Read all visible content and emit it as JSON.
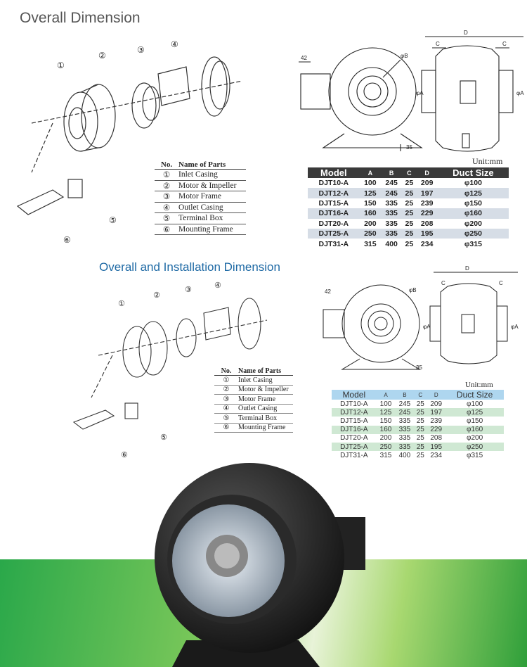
{
  "section1": {
    "title": "Overall Dimension",
    "unit": "Unit:mm"
  },
  "section2": {
    "title": "Overall and Installation Dimension",
    "unit": "Unit:mm"
  },
  "part_markers": [
    "①",
    "②",
    "③",
    "④",
    "⑤",
    "⑥"
  ],
  "parts_list": {
    "header_no": "No.",
    "header_name": "Name of Parts",
    "items": [
      {
        "no": "①",
        "name": "Inlet Casing"
      },
      {
        "no": "②",
        "name": "Motor & Impeller"
      },
      {
        "no": "③",
        "name": "Motor Frame"
      },
      {
        "no": "④",
        "name": "Outlet Casing"
      },
      {
        "no": "⑤",
        "name": "Terminal Box"
      },
      {
        "no": "⑥",
        "name": "Mounting Frame"
      }
    ]
  },
  "dimension_labels": {
    "a": "42",
    "b": "φB",
    "d": "D",
    "c": "C",
    "phiA": "φA",
    "h": "35"
  },
  "spec_table": {
    "columns": [
      "Model",
      "A",
      "B",
      "C",
      "D",
      "Duct Size"
    ],
    "rows": [
      [
        "DJT10-A",
        "100",
        "245",
        "25",
        "209",
        "φ100"
      ],
      [
        "DJT12-A",
        "125",
        "245",
        "25",
        "197",
        "φ125"
      ],
      [
        "DJT15-A",
        "150",
        "335",
        "25",
        "239",
        "φ150"
      ],
      [
        "DJT16-A",
        "160",
        "335",
        "25",
        "229",
        "φ160"
      ],
      [
        "DJT20-A",
        "200",
        "335",
        "25",
        "208",
        "φ200"
      ],
      [
        "DJT25-A",
        "250",
        "335",
        "25",
        "195",
        "φ250"
      ],
      [
        "DJT31-A",
        "315",
        "400",
        "25",
        "234",
        "φ315"
      ]
    ]
  },
  "colors": {
    "header_dark": "#3a3a3a",
    "header_blue": "#aed6ef",
    "row_alt_gray": "#d6dde6",
    "row_alt_green": "#cfe8d3",
    "title_blue": "#1f6aa5",
    "banner_green": "#3fb34a"
  }
}
